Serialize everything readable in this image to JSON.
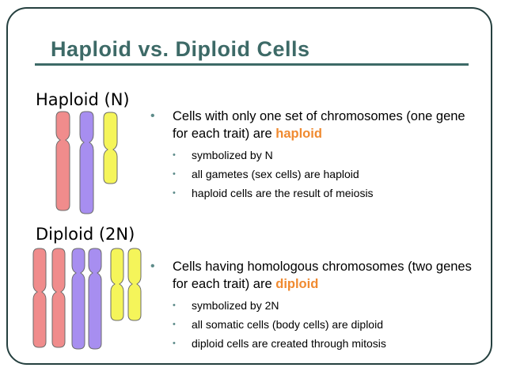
{
  "slide": {
    "title": "Haploid vs. Diploid Cells"
  },
  "diagram": {
    "haploid_label": "Haploid (N)",
    "diploid_label": "Diploid (2N)",
    "colors": {
      "red": "#f08c8c",
      "purple": "#a78ef0",
      "yellow": "#f5f55a",
      "outline": "#6b6b6b"
    }
  },
  "haploid_section": {
    "bullet_lead": "Cells with only one set of chromosomes (one gene for each trait) are ",
    "bullet_term": "haploid",
    "sub_items": [
      "symbolized by N",
      "all gametes (sex cells) are haploid",
      "haploid cells are the result of meiosis"
    ]
  },
  "diploid_section": {
    "bullet_lead": "Cells having homologous chromosomes (two genes for each trait) are ",
    "bullet_term": "diploid",
    "sub_items": [
      "symbolized by 2N",
      "all somatic cells (body cells) are diploid",
      "diploid cells are created through mitosis"
    ]
  }
}
